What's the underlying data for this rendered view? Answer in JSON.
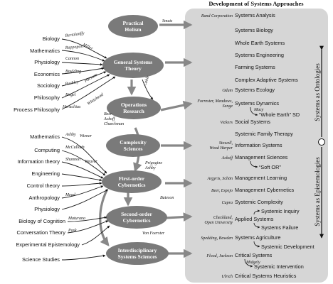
{
  "title": "Development of Systems Approaches",
  "colors": {
    "panel": "#d6d6d6",
    "node": "#7a7a7a",
    "arrow": "#888888",
    "line": "#1a1a1a"
  },
  "nodes": {
    "practical_holism": [
      "Practical",
      "Holism"
    ],
    "general_systems_theory": [
      "General Systems",
      "Theory"
    ],
    "operations_research": [
      "Operations",
      "Research"
    ],
    "complexity_sciences": [
      "Complexity",
      "Sciences"
    ],
    "first_order_cybernetics": [
      "First-order",
      "Cybernetics"
    ],
    "second_order_cybernetics": [
      "Second-order",
      "Cybernetics"
    ],
    "interdisciplinary_systems_sciences": [
      "Interdisciplinary",
      "Systems Sciences"
    ]
  },
  "disciplines": {
    "biology": "Biology",
    "mathematics": "Mathematics",
    "physiology": "Physiology",
    "economics": "Economics",
    "sociology": "Sociology",
    "philosophy": "Philosophy",
    "process_philosophy": "Process Philosophy",
    "mathematics_2": "Mathematics",
    "computing": "Computing",
    "information_theory": "Information theory",
    "engineering": "Engineering",
    "control_theory": "Control theory",
    "anthropology": "Anthropology",
    "physiology_2": "Physiology",
    "biology_of_cognition": "Biology of Cognition",
    "conversation_theory": "Conversation Theory",
    "experimental_epistemology": "Experimental Epistemology",
    "science_studies": "Science Studies"
  },
  "people": {
    "smuts": "Smuts",
    "bertalanffy": "Bertalanffy",
    "miller": "Miller",
    "rappoport": "Rappoport",
    "cannon": "Cannon",
    "boulding": "Boulding",
    "buckley": "Buckley",
    "parsons": "Parsons",
    "hegel": "Hegel",
    "heraclitus": "Heraclitus",
    "whitehead": "Whitehead",
    "cable": "Cable",
    "beer": "Beer",
    "ackoff": "Ackoff",
    "churchman": "Churchman",
    "ashby": "Ashby",
    "wiener": "Wiener",
    "mcculloch": "McCulloch",
    "shannon": "Shannon",
    "weaver": "Weaver",
    "mead": "Mead",
    "maturana": "Maturana",
    "pask": "Pask",
    "prigogine": "Prigogine",
    "ashby_2": "Ashby",
    "bateson": "Bateson",
    "von_foerster": "Von Foerster"
  },
  "approaches": {
    "rand_corporation": "Rand Corporation",
    "systems_analysis": "Systems Analysis",
    "systems_biology": "Systems Biology",
    "whole_earth_systems": "Whole Earth Systems",
    "systems_engineering": "Systems Engineering",
    "farming_systems": "Farming Systems",
    "complex_adaptive_systems": "Complex Adaptive Systems",
    "odum": "Odum",
    "systems_ecology": "Systems Ecology",
    "forrester_meadows": "Forrester, Meadows,",
    "senge": "Senge",
    "systems_dynamics": "Systems Dynamics",
    "macy": "Macy",
    "whole_earth_sd": "“Whole Earth” SD",
    "vickers": "Vickers",
    "social_systems": "Social Systems",
    "systemic_family_therapy": "Systemic Family Therapy",
    "stowell": "Stowell,",
    "wood_harper": "Wood Harper",
    "information_systems": "Information Systems",
    "ackoff_2": "Ackoff",
    "management_sciences": "Management Sciences",
    "soft_or": "“Soft OR”",
    "argyris_schon": "Argyris, Schön",
    "management_learning": "Management Learning",
    "beer_espejo": "Beer, Espejo",
    "management_cybernetics": "Management Cybernetics",
    "capra": "Capra",
    "systemic_complexity": "Systemic Complexity",
    "systemic_inquiry": "Systemic Inquiry",
    "checkland": "Checkland,",
    "open_university": "Open University",
    "applied_systems": "Applied Systems",
    "systems_failure": "Systems Failure",
    "spedding_bawden": "Spedding, Bawden",
    "systems_agriculture": "Systems Agriculture",
    "systemic_development": "Systemic Development",
    "flood_jackson": "Flood, Jackson",
    "critical_systems": "Critical Systems",
    "midgely": "Midgely",
    "systemic_intervention": "Systemic Intervention",
    "ulrich": "Ulrich",
    "critical_systems_heuristics": "Critical Systems Heuristics"
  },
  "side_labels": {
    "ontologies": "Systems as Ontologies",
    "epistemologies": "Systems as Epistemologies"
  }
}
